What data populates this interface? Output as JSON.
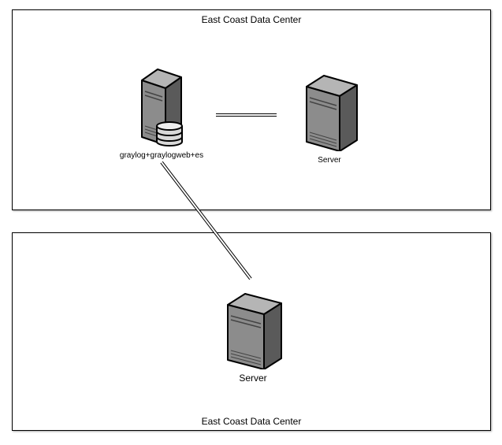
{
  "zones": {
    "top": {
      "title": "East Coast Data Center"
    },
    "bottom": {
      "title": "East Coast Data Center"
    }
  },
  "nodes": {
    "graylog": {
      "label": "graylog+graylogweb+es",
      "icon": "server-database-icon"
    },
    "server_right": {
      "label": "Server",
      "icon": "server-icon"
    },
    "server_bottom": {
      "label": "Server",
      "icon": "server-icon"
    }
  },
  "colors": {
    "server_dark": "#5a5a5a",
    "server_mid": "#8c8c8c",
    "server_light": "#c8c8c8",
    "outline": "#000000",
    "database": "#d9d9d9"
  }
}
